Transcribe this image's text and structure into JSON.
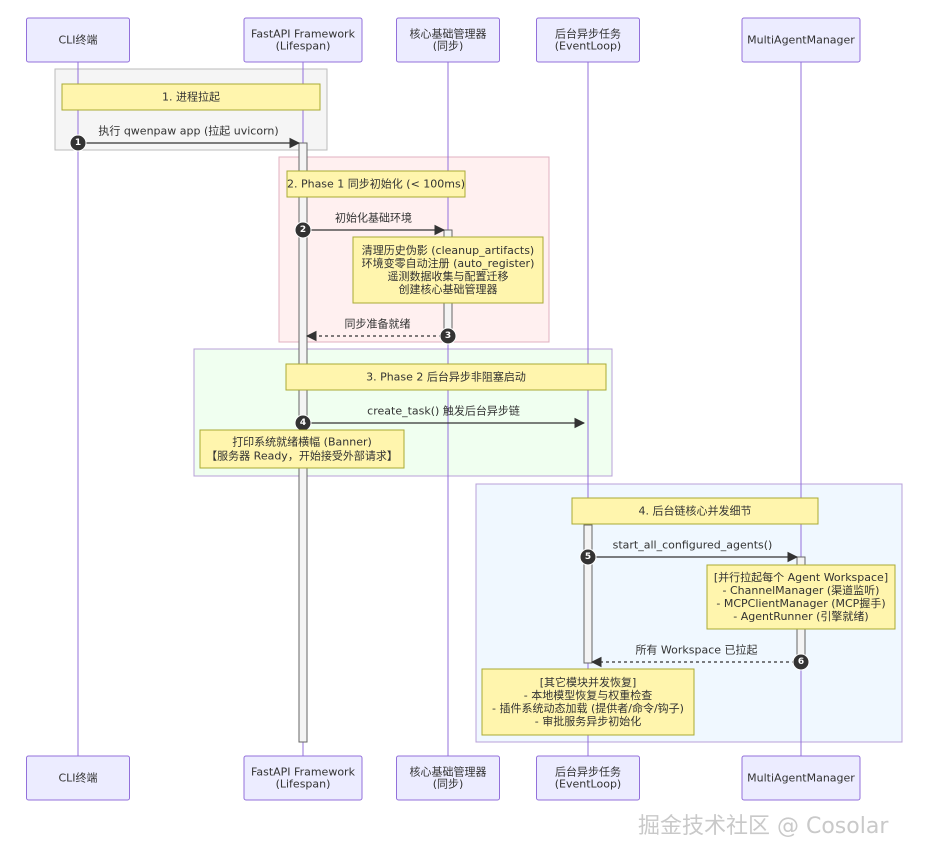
{
  "participants": [
    {
      "id": "cli",
      "lines": [
        "CLI终端"
      ]
    },
    {
      "id": "fastapi",
      "lines": [
        "FastAPI Framework",
        "(Lifespan)"
      ]
    },
    {
      "id": "core",
      "lines": [
        "核心基础管理器",
        "(同步)"
      ]
    },
    {
      "id": "bg",
      "lines": [
        "后台异步任务",
        "(EventLoop)"
      ]
    },
    {
      "id": "mam",
      "lines": [
        "MultiAgentManager"
      ]
    }
  ],
  "phases": [
    {
      "title": "1. 进程拉起"
    },
    {
      "title": "2. Phase 1 同步初始化 (< 100ms)"
    },
    {
      "title": "3. Phase 2 后台异步非阻塞启动"
    },
    {
      "title": "4. 后台链核心并发细节"
    }
  ],
  "messages": [
    {
      "number": "1",
      "label": "执行 qwenpaw app (拉起 uvicorn)"
    },
    {
      "number": "2",
      "label": "初始化基础环境"
    },
    {
      "number": "3",
      "label": "同步准备就绪"
    },
    {
      "number": "4",
      "label": "create_task() 触发后台异步链"
    },
    {
      "number": "5",
      "label": "start_all_configured_agents()"
    },
    {
      "number": "6",
      "label": "所有 Workspace 已拉起"
    }
  ],
  "notes": [
    {
      "lines": [
        "清理历史伪影 (cleanup_artifacts)",
        "环境变零自动注册 (auto_register)",
        "遥测数据收集与配置迁移",
        "创建核心基础管理器"
      ]
    },
    {
      "lines": [
        "打印系统就绪横幅 (Banner)",
        "【服务器 Ready，开始接受外部请求】"
      ]
    },
    {
      "lines": [
        "[并行拉起每个 Agent Workspace]",
        "- ChannelManager (渠道监听)",
        "- MCPClientManager (MCP握手)",
        "- AgentRunner (引擎就绪)"
      ]
    },
    {
      "lines": [
        "[其它模块并发恢复]",
        "- 本地模型恢复与权重检查",
        "- 插件系统动态加载 (提供者/命令/钩子)",
        "- 审批服务异步初始化"
      ]
    }
  ],
  "watermark": "掘金技术社区 @ Cosolar",
  "colors": {
    "participant_fill": "#ECECFF",
    "participant_stroke": "#9370DB",
    "note_fill": "#FFF5AD",
    "note_stroke": "#AAAA33",
    "phase1_fill": "#F5F5F5",
    "phase2_fill": "#FFF0F0",
    "phase3_fill": "#F0FFF0",
    "phase4_fill": "#F0F8FF",
    "badge": "#333333",
    "line": "#333333"
  }
}
